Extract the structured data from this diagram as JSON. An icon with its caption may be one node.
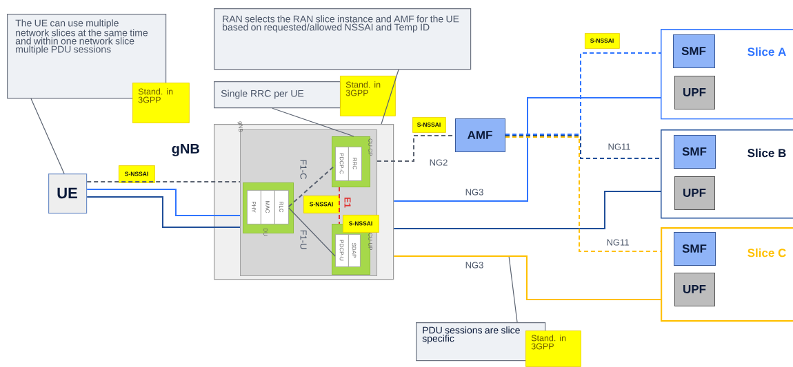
{
  "diagram": {
    "nodes": [
      {
        "text": [
          "The UE can use multiple network slices at the same time and within one network slice multiple PDU sessions"
        ]
      },
      {
        "text": [
          "Stand. in 3GPP"
        ]
      },
      {
        "text": [
          "RAN selects the RAN slice instance and AMF for the UE based on requested/allowed NSSAI and Temp ID"
        ]
      },
      {
        "text": [
          "Single RRC per UE"
        ]
      },
      {
        "text": [
          "Stand. in 3GPP"
        ]
      },
      {
        "text": [
          "UE"
        ]
      },
      {
        "text": [
          "gNB"
        ]
      },
      {
        "text": [
          "gNB"
        ],
        "in": 6
      },
      {
        "text": [
          "DU"
        ],
        "in": 7
      },
      {
        "text": [
          "PHY"
        ],
        "in": 8
      },
      {
        "text": [
          "MAC"
        ],
        "in": 8
      },
      {
        "text": [
          "RLC"
        ],
        "in": 8
      },
      {
        "text": [
          "CU-CP"
        ],
        "in": 7
      },
      {
        "text": [
          "PDCP-C"
        ],
        "in": 12
      },
      {
        "text": [
          "RRC"
        ],
        "in": 12
      },
      {
        "text": [
          "CU-UP"
        ],
        "in": 7
      },
      {
        "text": [
          "PDCP-U"
        ],
        "in": 15
      },
      {
        "text": [
          "SDAP"
        ],
        "in": 15
      },
      {
        "text": [
          "S-NSSAI"
        ]
      },
      {
        "text": [
          "S-NSSAI"
        ],
        "in": 7
      },
      {
        "text": [
          "S-NSSAI"
        ],
        "in": 7
      },
      {
        "text": [
          "S-NSSAI"
        ]
      },
      {
        "text": [
          "S-NSSAI"
        ]
      },
      {
        "text": [
          "AMF"
        ]
      },
      {
        "text": [
          "Slice A"
        ]
      },
      {
        "text": [
          "SMF"
        ],
        "in": 24
      },
      {
        "text": [
          "UPF"
        ],
        "in": 24
      },
      {
        "text": [
          "Slice B"
        ]
      },
      {
        "text": [
          "SMF"
        ],
        "in": 27
      },
      {
        "text": [
          "UPF"
        ],
        "in": 27
      },
      {
        "text": [
          "Slice C"
        ]
      },
      {
        "text": [
          "SMF"
        ],
        "in": 30
      },
      {
        "text": [
          "UPF"
        ],
        "in": 30
      },
      {
        "text": [
          "PDU sessions are slice specific"
        ]
      },
      {
        "text": [
          "Stand. in 3GPP"
        ]
      }
    ],
    "edges": [
      {
        "from": 0,
        "to": 5,
        "arrow": "none"
      },
      {
        "from": 2,
        "to": 6,
        "arrow": "none"
      },
      {
        "from": 3,
        "to": 12,
        "arrow": "none"
      },
      {
        "from": 33,
        "to": null,
        "arrow": "none"
      },
      {
        "from": 5,
        "to": 7,
        "arrow": "none",
        "style": "dashed"
      },
      {
        "from": 5,
        "to": 7,
        "arrow": "none",
        "color": "#2f74ff"
      },
      {
        "from": 5,
        "to": 7,
        "arrow": "none",
        "color": "#1f4e99"
      },
      {
        "from": 11,
        "to": 13,
        "arrow": "none",
        "style": "dashed",
        "label": "F1-C"
      },
      {
        "from": 11,
        "to": 16,
        "arrow": "none",
        "label": "F1-U"
      },
      {
        "from": 12,
        "to": 15,
        "arrow": "none",
        "style": "dashed",
        "color": "#e03030",
        "label": "E1"
      },
      {
        "from": 7,
        "to": 23,
        "arrow": "none",
        "style": "dashed",
        "label": "NG2"
      },
      {
        "from": 6,
        "to": 24,
        "arrow": "none",
        "color": "#2f74ff",
        "label": "NG3"
      },
      {
        "from": 6,
        "to": 27,
        "arrow": "none",
        "color": "#1f4e99"
      },
      {
        "from": 6,
        "to": 30,
        "arrow": "none",
        "color": "#ffc000",
        "label": "NG3"
      },
      {
        "from": 23,
        "to": 24,
        "arrow": "none",
        "style": "dashed",
        "color": "#2f74ff"
      },
      {
        "from": 23,
        "to": 27,
        "arrow": "none",
        "style": "dashed",
        "color": "#1f4e99",
        "label": "NG11"
      },
      {
        "from": 23,
        "to": 30,
        "arrow": "none",
        "style": "dashed",
        "color": "#ffc000",
        "label": "NG11"
      }
    ]
  }
}
